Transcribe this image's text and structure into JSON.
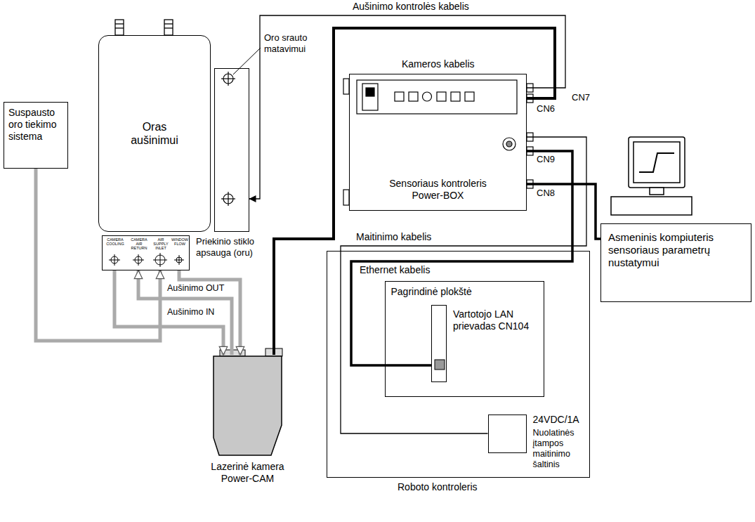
{
  "diagram": {
    "nodes": [
      {
        "text": [
          "Suspausto oro tiekimo sistema"
        ]
      },
      {
        "text": [
          "Oras aušinimui"
        ]
      },
      {
        "text": [
          "Priekinio stiklo apsauga (oru)",
          "CAMERA COOLING",
          "CAMERA AIR RETURN",
          "AIR SUPPLY INLET",
          "WINDOW FLOW"
        ]
      },
      {
        "text": [
          "Oro srauto matavimui"
        ]
      },
      {
        "text": [
          "Sensoriaus kontroleris Power-BOX"
        ]
      },
      {
        "text": [
          "Lazerinė kamera Power-CAM"
        ]
      },
      {
        "text": [
          "Asmeninis kompiuteris sensoriaus parametrų nustatymui"
        ]
      },
      {
        "text": [
          "Roboto kontroleris"
        ]
      },
      {
        "text": [
          "Pagrindinė plokštė"
        ],
        "in": 7
      },
      {
        "text": [
          "Vartotojo LAN prievadas CN104"
        ],
        "in": 8
      },
      {
        "text": [
          "24VDC/1A",
          "Nuolatinės įtampos maitinimo šaltinis"
        ],
        "in": 7
      }
    ],
    "edges": [
      {
        "from": 0,
        "to": 2,
        "arrow": "to"
      },
      {
        "from": 2,
        "to": 5,
        "arrow": "to",
        "label": "Aušinimo IN"
      },
      {
        "from": 5,
        "to": 2,
        "arrow": "to",
        "label": "Aušinimo OUT"
      },
      {
        "from": 2,
        "to": 5,
        "arrow": "to"
      },
      {
        "from": 4,
        "to": 3,
        "arrow": "to",
        "label": "Aušinimo kontrolės kabelis"
      },
      {
        "from": 4,
        "to": 5,
        "arrow": "none",
        "label": "Kameros kabelis"
      },
      {
        "from": 4,
        "to": 9,
        "arrow": "none",
        "label": "Ethernet kabelis"
      },
      {
        "from": 10,
        "to": 4,
        "arrow": "none",
        "label": "Maitinimo kabelis"
      },
      {
        "from": 4,
        "to": 6,
        "arrow": "none"
      }
    ],
    "labels": [
      "CN7",
      "CN6",
      "CN9",
      "CN8"
    ]
  }
}
